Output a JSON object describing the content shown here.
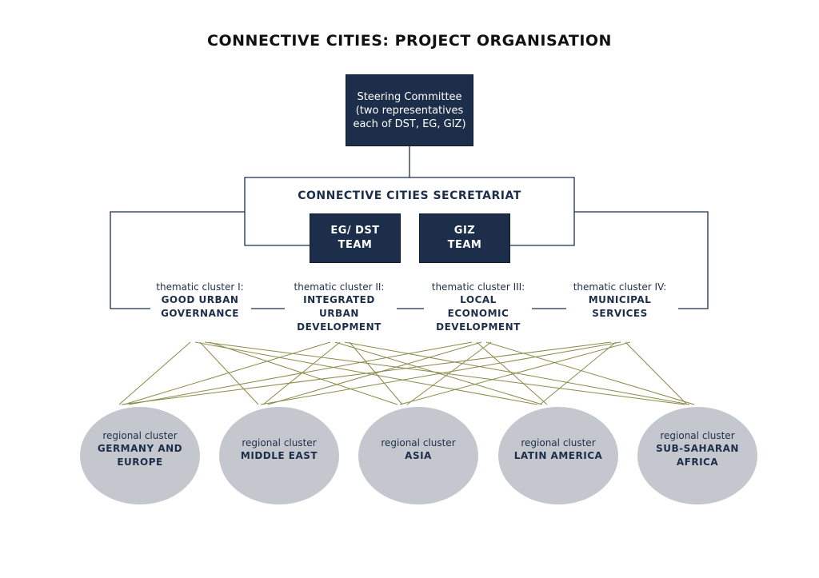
{
  "title": "CONNECTIVE CITIES: PROJECT ORGANISATION",
  "steering": {
    "line1": "Steering Committee",
    "line2": "(two representatives",
    "line3": "each of DST, EG, GIZ)"
  },
  "secretariat": {
    "title": "CONNECTIVE CITIES SECRETARIAT",
    "teams": [
      {
        "line1": "EG/ DST",
        "line2": "TEAM"
      },
      {
        "line1": "GIZ",
        "line2": "TEAM"
      }
    ]
  },
  "thematic_clusters": [
    {
      "label": "thematic cluster  I:",
      "name_lines": [
        "GOOD URBAN",
        "GOVERNANCE"
      ]
    },
    {
      "label": "thematic cluster  II:",
      "name_lines": [
        "INTEGRATED",
        "URBAN",
        "DEVELOPMENT"
      ]
    },
    {
      "label": "thematic cluster III:",
      "name_lines": [
        "LOCAL",
        "ECONOMIC",
        "DEVELOPMENT"
      ]
    },
    {
      "label": "thematic cluster IV:",
      "name_lines": [
        "MUNICIPAL",
        "SERVICES"
      ]
    }
  ],
  "regional_clusters": [
    {
      "label": "regional cluster",
      "name_lines": [
        "GERMANY AND",
        "EUROPE"
      ]
    },
    {
      "label": "regional cluster",
      "name_lines": [
        "MIDDLE EAST"
      ]
    },
    {
      "label": "regional cluster",
      "name_lines": [
        "ASIA"
      ]
    },
    {
      "label": "regional cluster",
      "name_lines": [
        "LATIN AMERICA"
      ]
    },
    {
      "label": "regional cluster",
      "name_lines": [
        "SUB-SAHARAN",
        "AFRICA"
      ]
    }
  ],
  "colors": {
    "navy": "#1c2e4a",
    "circle_fill": "#c4c8ce",
    "connector_olive": "#8a8a4a"
  }
}
